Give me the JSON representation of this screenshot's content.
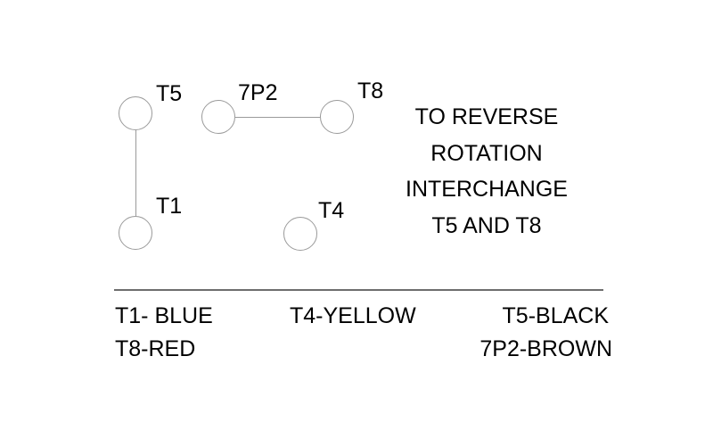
{
  "diagram": {
    "terminals": [
      {
        "id": "T5",
        "label": "T5"
      },
      {
        "id": "T1",
        "label": "T1"
      },
      {
        "id": "7P2",
        "label": "7P2"
      },
      {
        "id": "T8",
        "label": "T8"
      },
      {
        "id": "T4",
        "label": "T4"
      }
    ],
    "connections": [
      {
        "from": "T5",
        "to": "T1"
      },
      {
        "from": "7P2",
        "to": "T8"
      }
    ],
    "note": {
      "lines": [
        "TO REVERSE",
        "ROTATION",
        "INTERCHANGE",
        "T5 AND T8"
      ]
    }
  },
  "legend": {
    "items": [
      {
        "terminal": "T1",
        "color_name": "BLUE",
        "label": "T1- BLUE"
      },
      {
        "terminal": "T4",
        "color_name": "YELLOW",
        "label": "T4-YELLOW"
      },
      {
        "terminal": "T5",
        "color_name": "BLACK",
        "label": "T5-BLACK"
      },
      {
        "terminal": "T8",
        "color_name": "RED",
        "label": "T8-RED"
      },
      {
        "terminal": "7P2",
        "color_name": "BROWN",
        "label": "7P2-BROWN"
      }
    ]
  },
  "colors": {
    "background": "#ffffff",
    "text": "#000000",
    "wire": "#9a9a9a",
    "divider": "#6e6e6e"
  }
}
